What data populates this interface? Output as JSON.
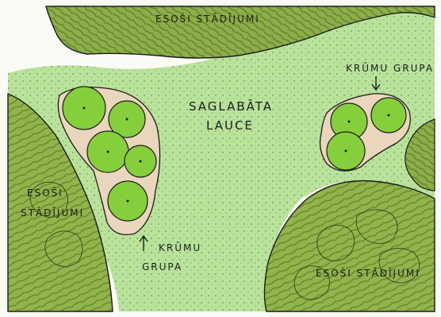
{
  "labels": {
    "top": "ESOŠI STĀDĪJUMI",
    "meadow_line1": "SAGLABĀTA",
    "meadow_line2": "LAUCE",
    "shrubs_right": "KRŪMU GRUPA",
    "left_line1": "ESOŠI",
    "left_line2": "STĀDĪJUMI",
    "shrubs_left_line1": "KRŪMU",
    "shrubs_left_line2": "GRUPA",
    "bottom_right": "ESOŠI STĀDĪJUMI"
  },
  "colors": {
    "paper": "#fbfbf6",
    "meadow": "#b9e39b",
    "plantings": "#8fae4a",
    "plantings_dark": "#5e8a2e",
    "shrub": "#86cf3c",
    "shrub_ring": "#e9d6bd",
    "ink": "#1c1c1c"
  },
  "icons": [
    "arrow-down-icon",
    "arrow-up-icon"
  ]
}
